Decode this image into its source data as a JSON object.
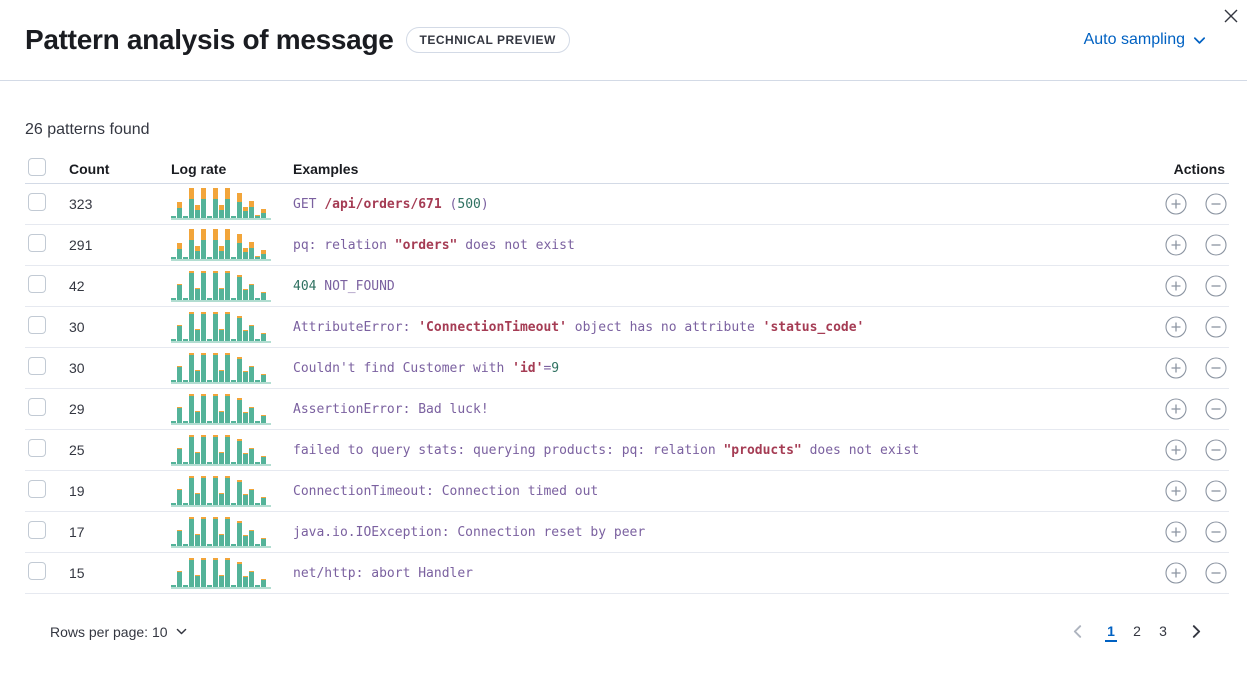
{
  "flyout": {
    "title": "Pattern analysis of message",
    "badge": "TECHNICAL PREVIEW",
    "sampling_button": "Auto sampling"
  },
  "summary": "26 patterns found",
  "colors": {
    "link_blue": "#0061c2",
    "bar_green": "#54b399",
    "bar_orange": "#f2a53a",
    "token_purple": "#7b61a0",
    "token_red": "#a53c54",
    "token_green": "#2f7161"
  },
  "table": {
    "columns": {
      "count": "Count",
      "log_rate": "Log rate",
      "examples": "Examples",
      "actions": "Actions"
    },
    "rows": [
      {
        "count": "323",
        "tokens": [
          {
            "t": "GET ",
            "c": "p"
          },
          {
            "t": "/api/orders/671",
            "c": "r"
          },
          {
            "t": " (",
            "c": "p"
          },
          {
            "t": "500",
            "c": "g"
          },
          {
            "t": ")",
            "c": "p"
          }
        ],
        "spark": {
          "green": [
            2,
            10,
            2,
            19,
            8,
            19,
            2,
            19,
            8,
            19,
            2,
            16,
            7,
            11,
            2,
            5
          ],
          "orange": [
            0,
            6,
            0,
            11,
            5,
            11,
            0,
            11,
            5,
            11,
            0,
            9,
            4,
            6,
            1,
            4
          ]
        }
      },
      {
        "count": "291",
        "tokens": [
          {
            "t": "pq: relation ",
            "c": "p"
          },
          {
            "t": "\"orders\"",
            "c": "r"
          },
          {
            "t": " does not exist",
            "c": "p"
          }
        ],
        "spark": {
          "green": [
            2,
            10,
            2,
            19,
            8,
            19,
            2,
            19,
            8,
            19,
            2,
            16,
            7,
            11,
            2,
            5
          ],
          "orange": [
            0,
            6,
            0,
            11,
            5,
            11,
            0,
            11,
            5,
            11,
            0,
            9,
            4,
            6,
            1,
            4
          ]
        }
      },
      {
        "count": "42",
        "tokens": [
          {
            "t": "404",
            "c": "g"
          },
          {
            "t": " NOT_FOUND",
            "c": "p"
          }
        ],
        "spark": {
          "green": [
            2,
            15,
            2,
            27,
            11,
            27,
            2,
            27,
            11,
            27,
            2,
            23,
            10,
            15,
            2,
            7
          ],
          "orange": [
            0,
            1,
            0,
            2,
            1,
            2,
            0,
            2,
            1,
            2,
            0,
            2,
            1,
            1,
            0,
            1
          ]
        }
      },
      {
        "count": "30",
        "tokens": [
          {
            "t": "AttributeError: ",
            "c": "p"
          },
          {
            "t": "'ConnectionTimeout'",
            "c": "r"
          },
          {
            "t": " object has no attribute ",
            "c": "p"
          },
          {
            "t": "'status_code'",
            "c": "r"
          }
        ],
        "spark": {
          "green": [
            2,
            15,
            2,
            27,
            11,
            27,
            2,
            27,
            11,
            27,
            2,
            23,
            10,
            15,
            2,
            7
          ],
          "orange": [
            0,
            1,
            0,
            2,
            1,
            2,
            0,
            2,
            1,
            2,
            0,
            2,
            1,
            1,
            0,
            1
          ]
        }
      },
      {
        "count": "30",
        "tokens": [
          {
            "t": "Couldn't find Customer with ",
            "c": "p"
          },
          {
            "t": "'id'",
            "c": "r"
          },
          {
            "t": "=",
            "c": "p"
          },
          {
            "t": "9",
            "c": "g"
          }
        ],
        "spark": {
          "green": [
            2,
            15,
            2,
            27,
            11,
            27,
            2,
            27,
            11,
            27,
            2,
            23,
            10,
            15,
            2,
            7
          ],
          "orange": [
            0,
            1,
            0,
            2,
            1,
            2,
            0,
            2,
            1,
            2,
            0,
            2,
            1,
            1,
            0,
            1
          ]
        }
      },
      {
        "count": "29",
        "tokens": [
          {
            "t": "AssertionError: Bad luck!",
            "c": "p"
          }
        ],
        "spark": {
          "green": [
            2,
            15,
            2,
            27,
            11,
            27,
            2,
            27,
            11,
            27,
            2,
            23,
            10,
            15,
            2,
            7
          ],
          "orange": [
            0,
            1,
            0,
            2,
            1,
            2,
            0,
            2,
            1,
            2,
            0,
            2,
            1,
            1,
            0,
            1
          ]
        }
      },
      {
        "count": "25",
        "tokens": [
          {
            "t": "failed to query stats: querying products: pq: relation ",
            "c": "p"
          },
          {
            "t": "\"products\"",
            "c": "r"
          },
          {
            "t": " does not exist",
            "c": "p"
          }
        ],
        "spark": {
          "green": [
            2,
            15,
            2,
            27,
            11,
            27,
            2,
            27,
            11,
            27,
            2,
            23,
            10,
            15,
            2,
            7
          ],
          "orange": [
            0,
            1,
            0,
            2,
            1,
            2,
            0,
            2,
            1,
            2,
            0,
            2,
            1,
            1,
            0,
            1
          ]
        }
      },
      {
        "count": "19",
        "tokens": [
          {
            "t": "ConnectionTimeout: Connection timed out",
            "c": "p"
          }
        ],
        "spark": {
          "green": [
            2,
            15,
            2,
            27,
            11,
            27,
            2,
            27,
            11,
            27,
            2,
            23,
            10,
            15,
            2,
            7
          ],
          "orange": [
            0,
            1,
            0,
            2,
            1,
            2,
            0,
            2,
            1,
            2,
            0,
            2,
            1,
            1,
            0,
            1
          ]
        }
      },
      {
        "count": "17",
        "tokens": [
          {
            "t": "java.io.IOException: Connection reset by peer",
            "c": "p"
          }
        ],
        "spark": {
          "green": [
            2,
            15,
            2,
            27,
            11,
            27,
            2,
            27,
            11,
            27,
            2,
            23,
            10,
            15,
            2,
            7
          ],
          "orange": [
            0,
            1,
            0,
            2,
            1,
            2,
            0,
            2,
            1,
            2,
            0,
            2,
            1,
            1,
            0,
            1
          ]
        }
      },
      {
        "count": "15",
        "tokens": [
          {
            "t": "net/http: abort Handler",
            "c": "p"
          }
        ],
        "spark": {
          "green": [
            2,
            15,
            2,
            27,
            11,
            27,
            2,
            27,
            11,
            27,
            2,
            23,
            10,
            15,
            2,
            7
          ],
          "orange": [
            0,
            1,
            0,
            2,
            1,
            2,
            0,
            2,
            1,
            2,
            0,
            2,
            1,
            1,
            0,
            1
          ]
        }
      }
    ]
  },
  "footer": {
    "rows_per_page": "Rows per page: 10",
    "pages": [
      "1",
      "2",
      "3"
    ],
    "active_page": "1"
  }
}
